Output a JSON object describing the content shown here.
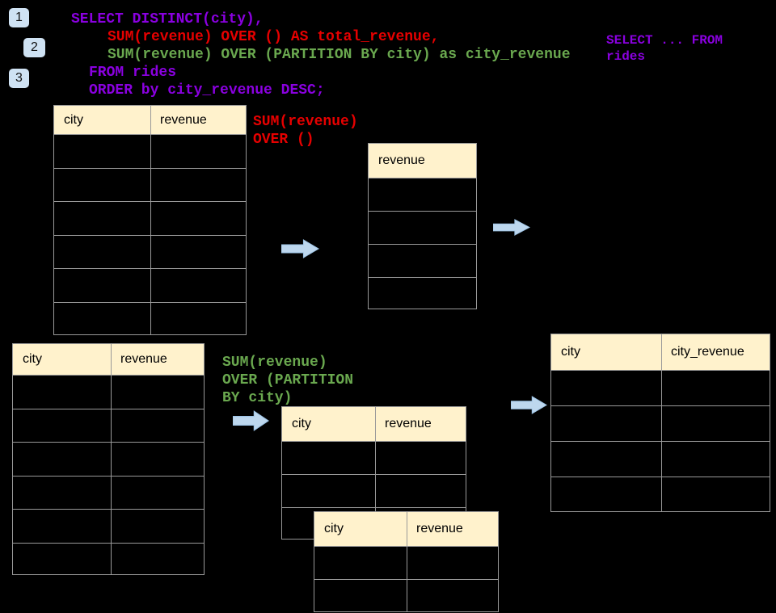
{
  "colors": {
    "background": "#000000",
    "sql_purple": "#8A00E0",
    "sql_red": "#E60000",
    "sql_green": "#6AA84F",
    "table_header_fill": "#FFF2CC",
    "table_border": "#999999",
    "arrow_fill": "#BDD7EE",
    "badge_fill": "#CFE2F3"
  },
  "step_badges": [
    {
      "label": "1"
    },
    {
      "label": "2"
    },
    {
      "label": "3"
    }
  ],
  "sql": {
    "lines": [
      {
        "text": "SELECT DISTINCT(city),",
        "color": "purple"
      },
      {
        "text": "SUM(revenue) OVER () AS total_revenue,",
        "color": "red"
      },
      {
        "text": "SUM(revenue) OVER (PARTITION BY city) as city_revenue",
        "color": "green"
      },
      {
        "text": "FROM rides",
        "color": "purple"
      },
      {
        "text": "ORDER by city_revenue DESC;",
        "color": "purple"
      }
    ]
  },
  "side_snippet": {
    "lines": [
      "SELECT ... FROM",
      "rides"
    ]
  },
  "annotations": {
    "total_revenue": {
      "lines": [
        "SUM(revenue)",
        "OVER ()"
      ]
    },
    "partition": {
      "lines": [
        "SUM(revenue)",
        "OVER (PARTITION",
        "BY city)"
      ]
    }
  },
  "tables": {
    "source_top": {
      "headers": [
        "city",
        "revenue"
      ],
      "row_count": 6
    },
    "total": {
      "headers": [
        "revenue"
      ],
      "row_count": 4
    },
    "source_bottom": {
      "headers": [
        "city",
        "revenue"
      ],
      "row_count": 6
    },
    "partition_back": {
      "headers": [
        "city",
        "revenue"
      ],
      "row_count": 3
    },
    "partition_front": {
      "headers": [
        "city",
        "revenue"
      ],
      "row_count": 2
    },
    "result": {
      "headers": [
        "city",
        "city_revenue"
      ],
      "row_count": 4
    }
  }
}
